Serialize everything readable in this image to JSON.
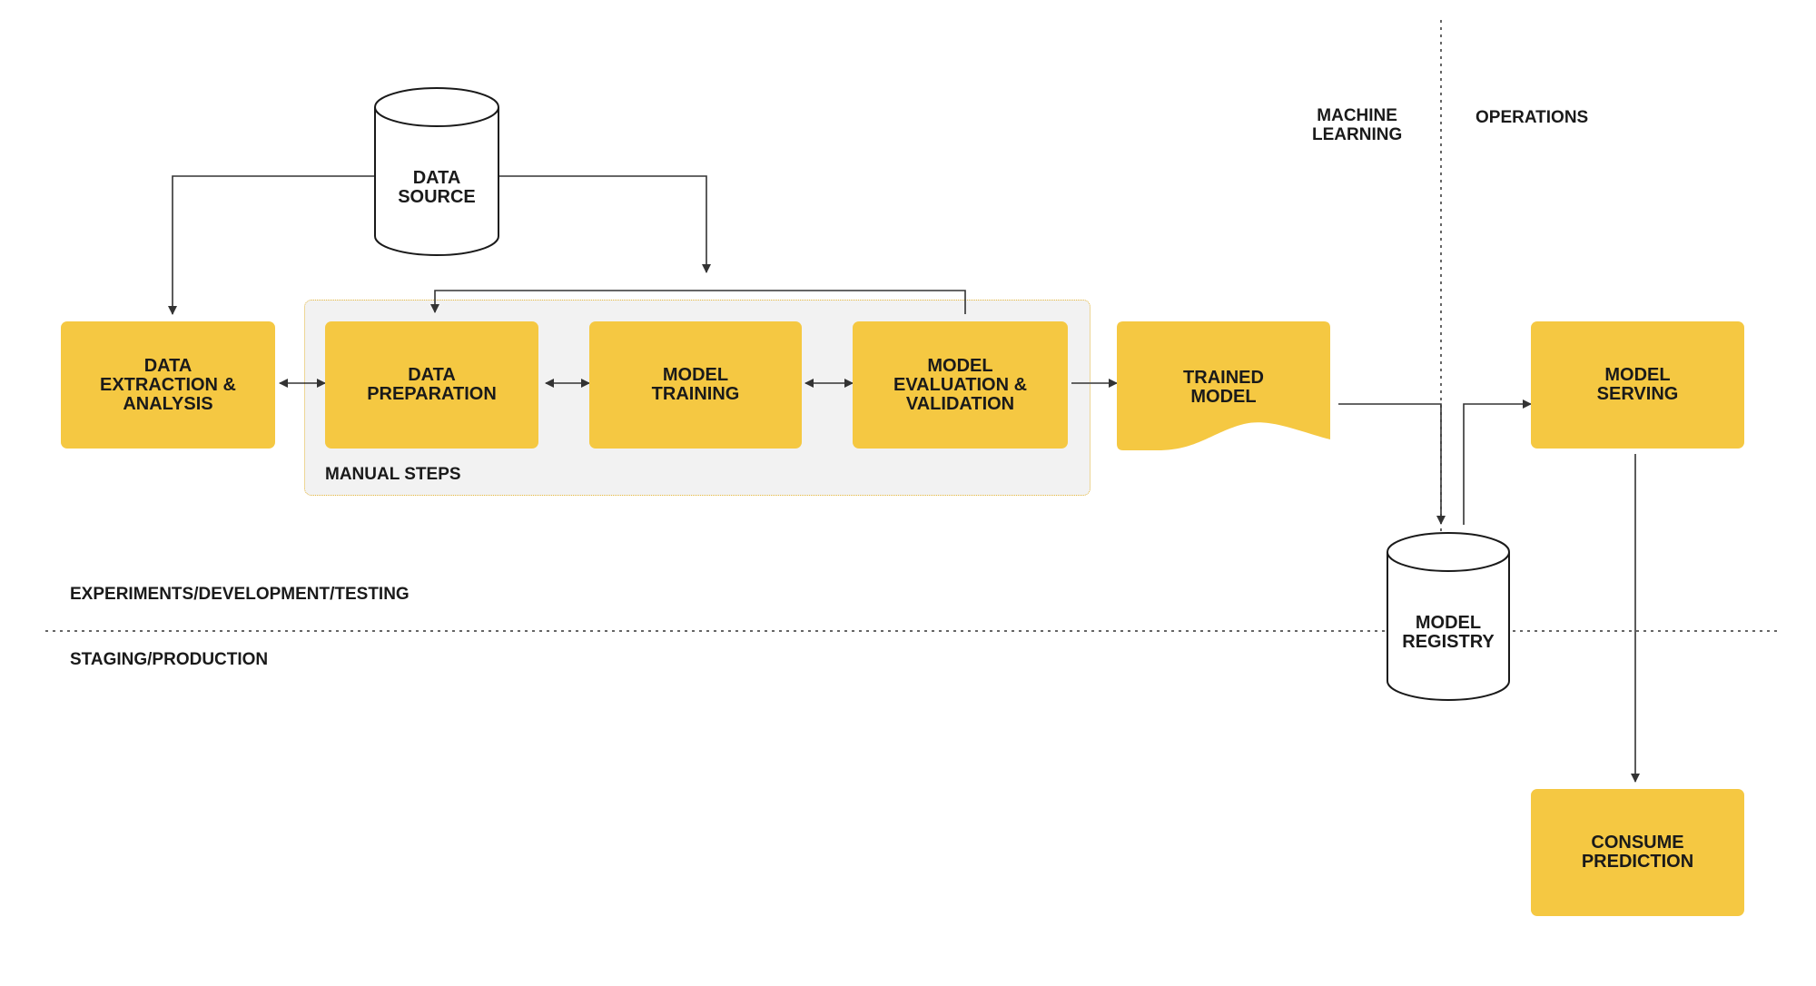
{
  "nodes": {
    "data_source": "DATA\nSOURCE",
    "data_extraction": "DATA\nEXTRACTION &\nANALYSIS",
    "data_preparation": "DATA\nPREPARATION",
    "model_training": "MODEL\nTRAINING",
    "model_evaluation": "MODEL\nEVALUATION &\nVALIDATION",
    "trained_model": "TRAINED\nMODEL",
    "model_serving": "MODEL\nSERVING",
    "model_registry": "MODEL\nREGISTRY",
    "consume_prediction": "CONSUME\nPREDICTION"
  },
  "groups": {
    "manual_steps": "MANUAL STEPS"
  },
  "zones": {
    "machine_learning": "MACHINE\nLEARNING",
    "operations": "OPERATIONS",
    "experiments": "EXPERIMENTS/DEVELOPMENT/TESTING",
    "staging": "STAGING/PRODUCTION"
  },
  "colors": {
    "box_fill": "#f5c842",
    "manual_group_fill": "#f2f2f2",
    "manual_group_border": "#e8b93a",
    "line": "#333333"
  }
}
